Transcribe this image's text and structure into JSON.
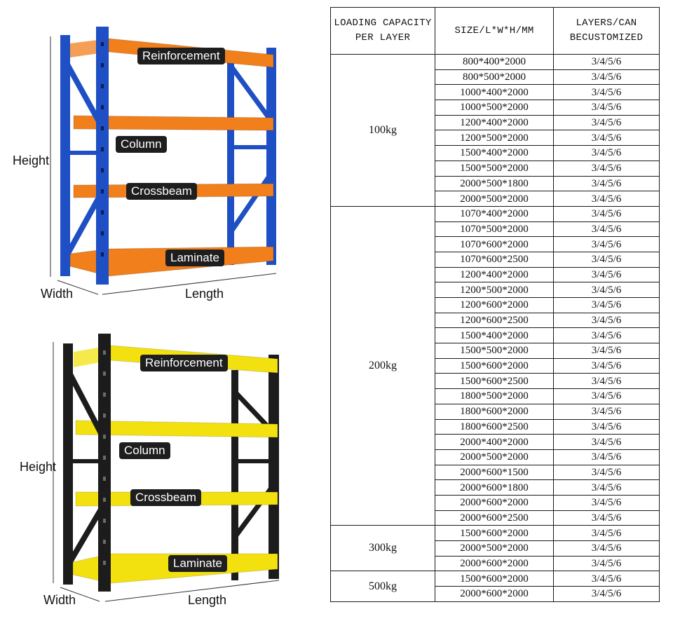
{
  "rack_top": {
    "colors": {
      "frame": "#1f4fc4",
      "beam": "#f07f1c"
    },
    "labels": {
      "reinforcement": "Reinforcement",
      "column": "Column",
      "crossbeam": "Crossbeam",
      "laminate": "Laminate",
      "height": "Height",
      "width": "Width",
      "length": "Length"
    }
  },
  "rack_bottom": {
    "colors": {
      "frame": "#1c1c1c",
      "beam": "#f3e10f"
    },
    "labels": {
      "reinforcement": "Reinforcement",
      "column": "Column",
      "crossbeam": "Crossbeam",
      "laminate": "Laminate",
      "height": "Height",
      "width": "Width",
      "length": "Length"
    }
  },
  "spec_table": {
    "headers": [
      "LOADING CAPACITY\nPER LAYER",
      "SIZE/L*W*H/MM",
      "LAYERS/CAN\nBECUSTOMIZED"
    ],
    "groups": [
      {
        "capacity": "100kg",
        "rows": [
          {
            "size": "800*400*2000",
            "layers": "3/4/5/6"
          },
          {
            "size": "800*500*2000",
            "layers": "3/4/5/6"
          },
          {
            "size": "1000*400*2000",
            "layers": "3/4/5/6"
          },
          {
            "size": "1000*500*2000",
            "layers": "3/4/5/6"
          },
          {
            "size": "1200*400*2000",
            "layers": "3/4/5/6"
          },
          {
            "size": "1200*500*2000",
            "layers": "3/4/5/6"
          },
          {
            "size": "1500*400*2000",
            "layers": "3/4/5/6"
          },
          {
            "size": "1500*500*2000",
            "layers": "3/4/5/6"
          },
          {
            "size": "2000*500*1800",
            "layers": "3/4/5/6"
          },
          {
            "size": "2000*500*2000",
            "layers": "3/4/5/6"
          }
        ]
      },
      {
        "capacity": "200kg",
        "rows": [
          {
            "size": "1070*400*2000",
            "layers": "3/4/5/6"
          },
          {
            "size": "1070*500*2000",
            "layers": "3/4/5/6"
          },
          {
            "size": "1070*600*2000",
            "layers": "3/4/5/6"
          },
          {
            "size": "1070*600*2500",
            "layers": "3/4/5/6"
          },
          {
            "size": "1200*400*2000",
            "layers": "3/4/5/6"
          },
          {
            "size": "1200*500*2000",
            "layers": "3/4/5/6"
          },
          {
            "size": "1200*600*2000",
            "layers": "3/4/5/6"
          },
          {
            "size": "1200*600*2500",
            "layers": "3/4/5/6"
          },
          {
            "size": "1500*400*2000",
            "layers": "3/4/5/6"
          },
          {
            "size": "1500*500*2000",
            "layers": "3/4/5/6"
          },
          {
            "size": "1500*600*2000",
            "layers": "3/4/5/6"
          },
          {
            "size": "1500*600*2500",
            "layers": "3/4/5/6"
          },
          {
            "size": "1800*500*2000",
            "layers": "3/4/5/6"
          },
          {
            "size": "1800*600*2000",
            "layers": "3/4/5/6"
          },
          {
            "size": "1800*600*2500",
            "layers": "3/4/5/6"
          },
          {
            "size": "2000*400*2000",
            "layers": "3/4/5/6"
          },
          {
            "size": "2000*500*2000",
            "layers": "3/4/5/6"
          },
          {
            "size": "2000*600*1500",
            "layers": "3/4/5/6"
          },
          {
            "size": "2000*600*1800",
            "layers": "3/4/5/6"
          },
          {
            "size": "2000*600*2000",
            "layers": "3/4/5/6"
          },
          {
            "size": "2000*600*2500",
            "layers": "3/4/5/6"
          }
        ]
      },
      {
        "capacity": "300kg",
        "rows": [
          {
            "size": "1500*600*2000",
            "layers": "3/4/5/6"
          },
          {
            "size": "2000*500*2000",
            "layers": "3/4/5/6"
          },
          {
            "size": "2000*600*2000",
            "layers": "3/4/5/6"
          }
        ]
      },
      {
        "capacity": "500kg",
        "rows": [
          {
            "size": "1500*600*2000",
            "layers": "3/4/5/6"
          },
          {
            "size": "2000*600*2000",
            "layers": "3/4/5/6"
          }
        ]
      }
    ]
  }
}
